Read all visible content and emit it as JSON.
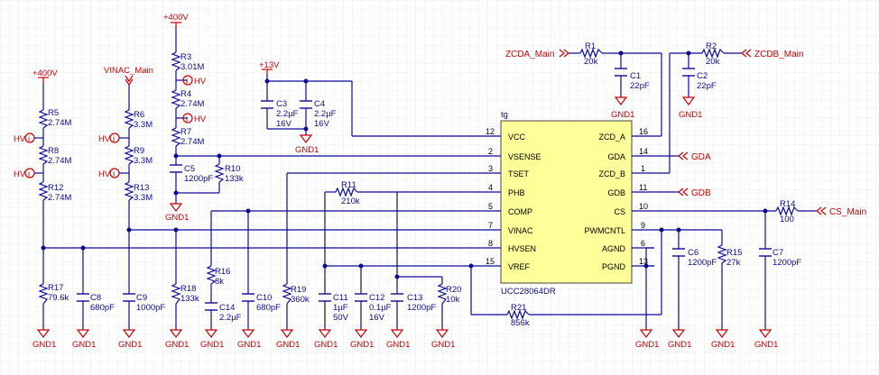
{
  "ic": {
    "ref": "tg",
    "part": "UCC28064DR",
    "left_pins": [
      {
        "num": "12",
        "name": "VCC"
      },
      {
        "num": "2",
        "name": "VSENSE"
      },
      {
        "num": "3",
        "name": "TSET"
      },
      {
        "num": "4",
        "name": "PHB"
      },
      {
        "num": "5",
        "name": "COMP"
      },
      {
        "num": "7",
        "name": "VINAC"
      },
      {
        "num": "8",
        "name": "HVSEN"
      },
      {
        "num": "15",
        "name": "VREF"
      }
    ],
    "right_pins": [
      {
        "num": "16",
        "name": "ZCD_A"
      },
      {
        "num": "14",
        "name": "GDA"
      },
      {
        "num": "1",
        "name": "ZCD_B"
      },
      {
        "num": "11",
        "name": "GDB"
      },
      {
        "num": "10",
        "name": "CS"
      },
      {
        "num": "9",
        "name": "PWMCNTL"
      },
      {
        "num": "6",
        "name": "AGND"
      },
      {
        "num": "13",
        "name": "PGND"
      }
    ]
  },
  "power": {
    "v400_left": "+400V",
    "v400_top": "+400V",
    "v13": "+13V",
    "vinac_main": "VINAC_Main"
  },
  "nets": {
    "zcda": "ZCDA_Main",
    "zcdb": "ZCDB_Main",
    "gda": "GDA",
    "gdb": "GDB",
    "cs_main": "CS_Main"
  },
  "hv_markers": {
    "hv": "HV"
  },
  "ground_label": "GND1",
  "components": {
    "R1": {
      "ref": "R1",
      "value": "20k"
    },
    "R2": {
      "ref": "R2",
      "value": "20k"
    },
    "R3": {
      "ref": "R3",
      "value": "3.01M"
    },
    "R4": {
      "ref": "R4",
      "value": "2.74M"
    },
    "R5": {
      "ref": "R5",
      "value": "2.74M"
    },
    "R6": {
      "ref": "R6",
      "value": "3.3M"
    },
    "R7": {
      "ref": "R7",
      "value": "2.74M"
    },
    "R8": {
      "ref": "R8",
      "value": "2.74M"
    },
    "R9": {
      "ref": "R9",
      "value": "3.3M"
    },
    "R10": {
      "ref": "R10",
      "value": "133k"
    },
    "R11": {
      "ref": "R11",
      "value": "210k"
    },
    "R12": {
      "ref": "R12",
      "value": "2.74M"
    },
    "R13": {
      "ref": "R13",
      "value": "3.3M"
    },
    "R14": {
      "ref": "R14",
      "value": "100"
    },
    "R15": {
      "ref": "R15",
      "value": "27k"
    },
    "R16": {
      "ref": "R16",
      "value": "8k"
    },
    "R17": {
      "ref": "R17",
      "value": "79.6k"
    },
    "R18": {
      "ref": "R18",
      "value": "133k"
    },
    "R19": {
      "ref": "R19",
      "value": "360k"
    },
    "R20": {
      "ref": "R20",
      "value": "10k"
    },
    "R21": {
      "ref": "R21",
      "value": "856k"
    },
    "C1": {
      "ref": "C1",
      "value": "22pF"
    },
    "C2": {
      "ref": "C2",
      "value": "22pF"
    },
    "C3": {
      "ref": "C3",
      "value": "2.2µF",
      "rating": "16V"
    },
    "C4": {
      "ref": "C4",
      "value": "2.2µF",
      "rating": "16V"
    },
    "C5": {
      "ref": "C5",
      "value": "1200pF"
    },
    "C6": {
      "ref": "C6",
      "value": "1200pF"
    },
    "C7": {
      "ref": "C7",
      "value": "1200pF"
    },
    "C8": {
      "ref": "C8",
      "value": "680pF"
    },
    "C9": {
      "ref": "C9",
      "value": "1000pF"
    },
    "C10": {
      "ref": "C10",
      "value": "680pF"
    },
    "C11": {
      "ref": "C11",
      "value": "1µF",
      "rating": "50V"
    },
    "C12": {
      "ref": "C12",
      "value": "0.1µF",
      "rating": "16V"
    },
    "C13": {
      "ref": "C13",
      "value": "1200pF"
    },
    "C14": {
      "ref": "C14",
      "value": "2.2µF"
    }
  }
}
